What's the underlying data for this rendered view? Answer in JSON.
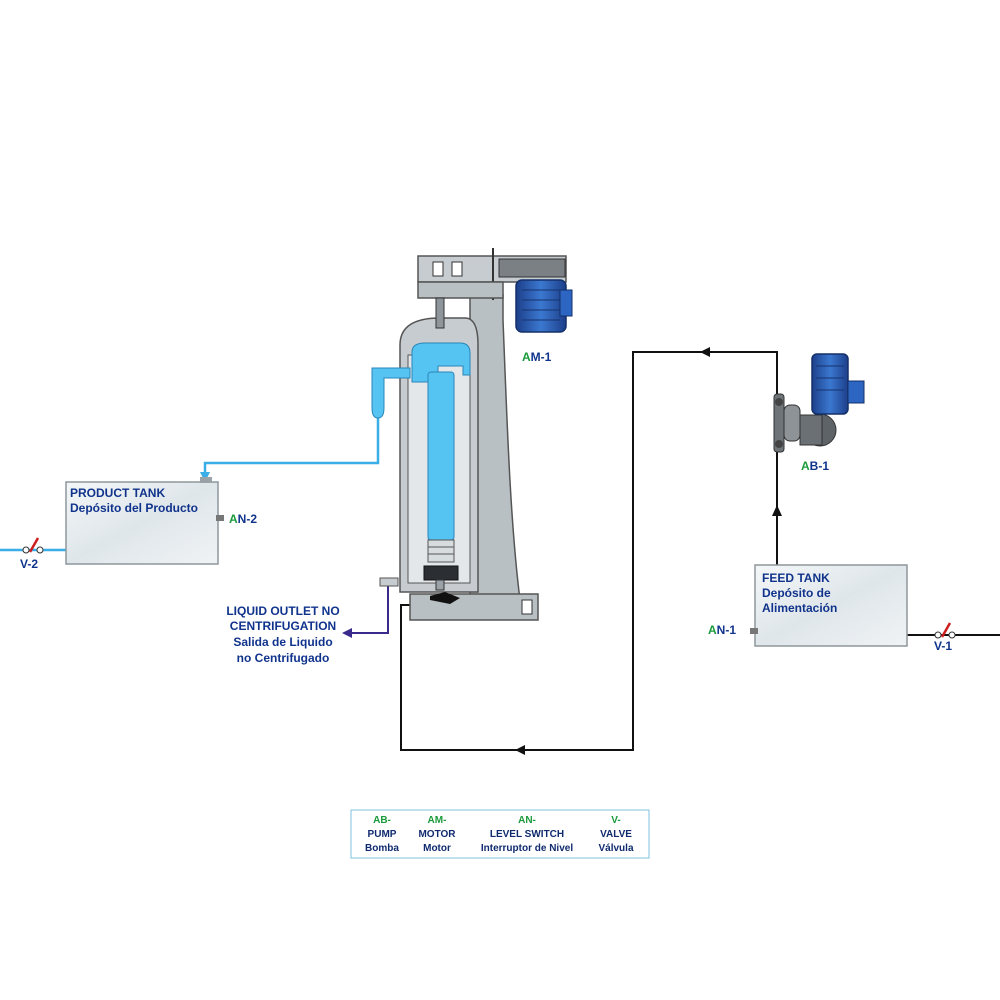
{
  "colors": {
    "water": "#3aaee6",
    "water_fill": "#56c4f2",
    "line_black": "#111111",
    "line_purple": "#3a2a8c",
    "label_blue": "#10338c",
    "code_green": "#1a9a3a",
    "machine_grey": "#b9c0c4",
    "motor_blue": "#2b5fb8",
    "valve_red": "#cc1e1e"
  },
  "components": {
    "motor_label": "AM-1",
    "motor_code_letter": "A",
    "motor_code_rest": "M-1",
    "pump_label": "AB-1",
    "pump_code_letter": "A",
    "pump_code_rest": "B-1"
  },
  "product_tank": {
    "title": "PRODUCT TANK",
    "subtitle": "Depósito del Producto",
    "switch_letter": "A",
    "switch_rest": "N-2"
  },
  "feed_tank": {
    "title": "FEED TANK",
    "subtitle_line1": "Depósito de",
    "subtitle_line2": "Alimentación",
    "switch_letter": "A",
    "switch_rest": "N-1"
  },
  "valves": {
    "v2": "V-2",
    "v1": "V-1"
  },
  "outlet": {
    "line1": "LIQUID OUTLET NO",
    "line2": "CENTRIFUGATION",
    "line3": "Salida de Liquido",
    "line4": "no Centrifugado"
  },
  "legend": [
    {
      "code": "AB-",
      "en": "PUMP",
      "es": "Bomba"
    },
    {
      "code": "AM-",
      "en": "MOTOR",
      "es": "Motor"
    },
    {
      "code": "AN-",
      "en": "LEVEL SWITCH",
      "es": "Interruptor de Nivel"
    },
    {
      "code": "V-",
      "en": "VALVE",
      "es": "Válvula"
    }
  ]
}
